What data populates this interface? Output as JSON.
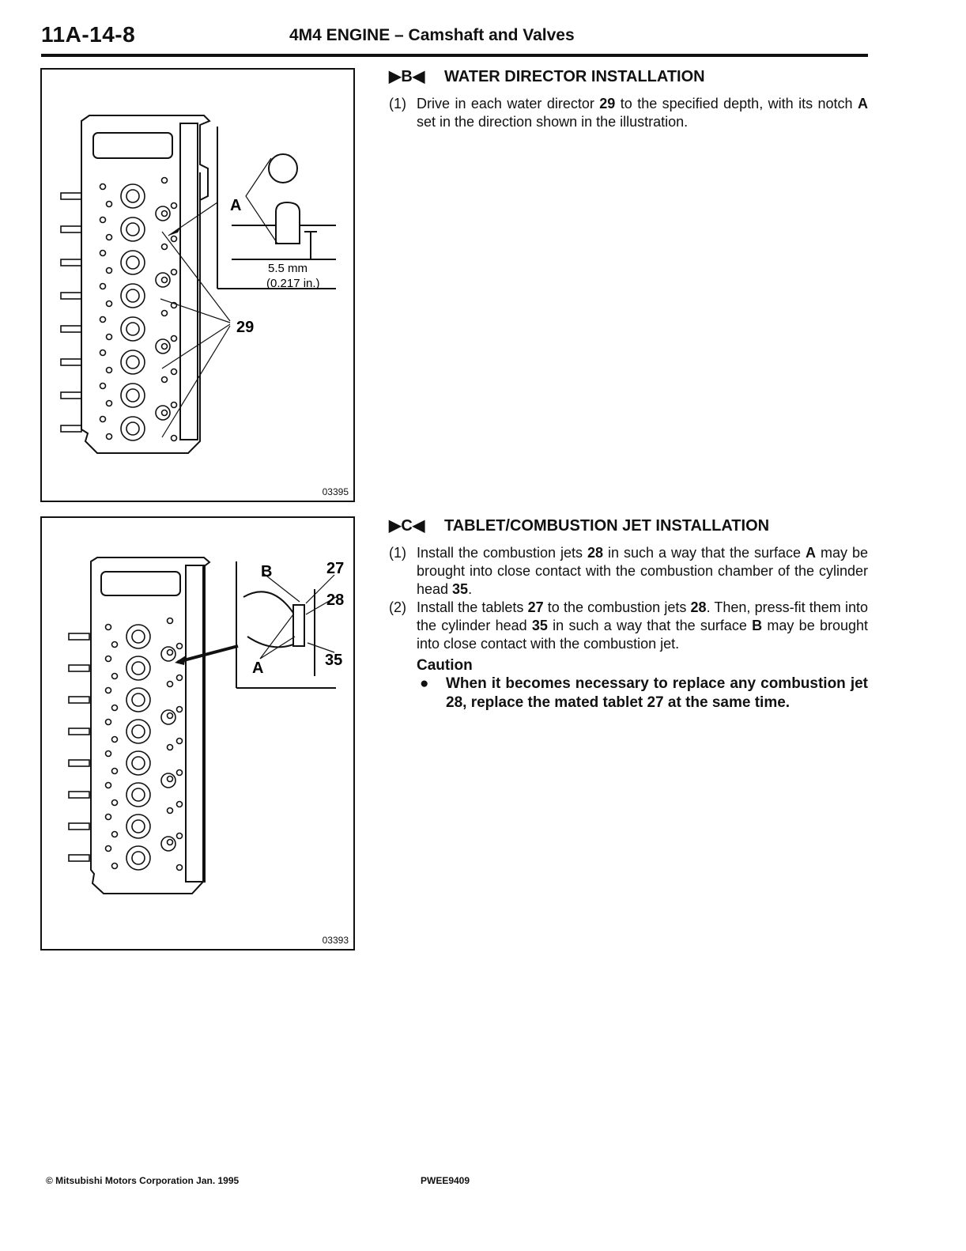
{
  "header": {
    "page_number": "11A-14-8",
    "title": "4M4 ENGINE – Camshaft and Valves"
  },
  "figures": [
    {
      "number": "03395",
      "labels": {
        "a": "A",
        "p29": "29",
        "dim1": "5.5 mm",
        "dim2": "(0.217 in.)"
      }
    },
    {
      "number": "03393",
      "labels": {
        "b": "B",
        "a": "A",
        "p27": "27",
        "p28": "28",
        "p35": "35"
      }
    }
  ],
  "sections": [
    {
      "marker": "▶B◀",
      "title": "WATER DIRECTOR INSTALLATION",
      "steps": [
        {
          "num": "(1)",
          "parts": [
            "Drive in each water director ",
            "29",
            " to the specified depth, with its notch ",
            "A",
            " set in the direction shown in the illustration."
          ]
        }
      ]
    },
    {
      "marker": "▶C◀",
      "title": "TABLET/COMBUSTION JET INSTALLATION",
      "steps": [
        {
          "num": "(1)",
          "parts": [
            "Install the combustion jets ",
            "28",
            " in such a way that the surface ",
            "A",
            " may be brought into close contact with the combustion chamber of the cylinder head ",
            "35",
            "."
          ]
        },
        {
          "num": "(2)",
          "parts": [
            "Install the tablets ",
            "27",
            " to the combustion jets ",
            "28",
            ". Then, press-fit them into the cylinder head ",
            "35",
            " in such a way that the surface ",
            "B",
            " may be brought into close contact with the combustion jet."
          ]
        }
      ],
      "caution": {
        "title": "Caution",
        "bullet": "●",
        "text": "When it becomes necessary to replace any combustion jet 28, replace the mated tablet 27 at the same time."
      }
    }
  ],
  "footer": {
    "left": "© Mitsubishi Motors Corporation   Jan. 1995",
    "right": "PWEE9409"
  }
}
